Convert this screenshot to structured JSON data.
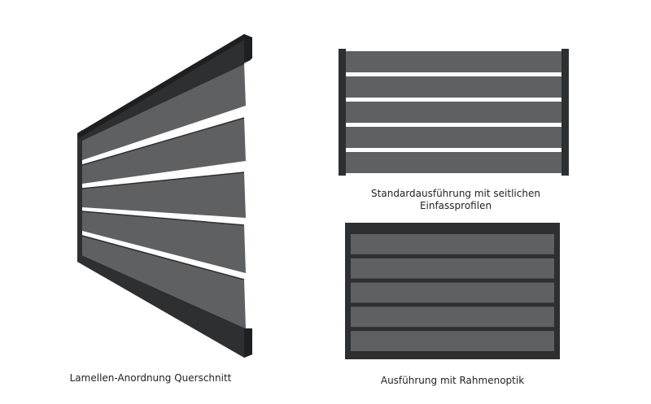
{
  "colors": {
    "slat": "#5f6062",
    "slat_dark": "#4a4b4d",
    "frame": "#2e2f31",
    "frame_edge": "#1e1f20",
    "gap": "#ffffff"
  },
  "captions": {
    "perspective": "Lamellen-Anordnung Querschnitt",
    "standard_line1": "Standardausführung mit seitlichen",
    "standard_line2": "Einfassprofilen",
    "framed": "Ausführung mit Rahmenoptik"
  },
  "panels": {
    "standard_slat_count": 5,
    "framed_slat_count": 5
  }
}
